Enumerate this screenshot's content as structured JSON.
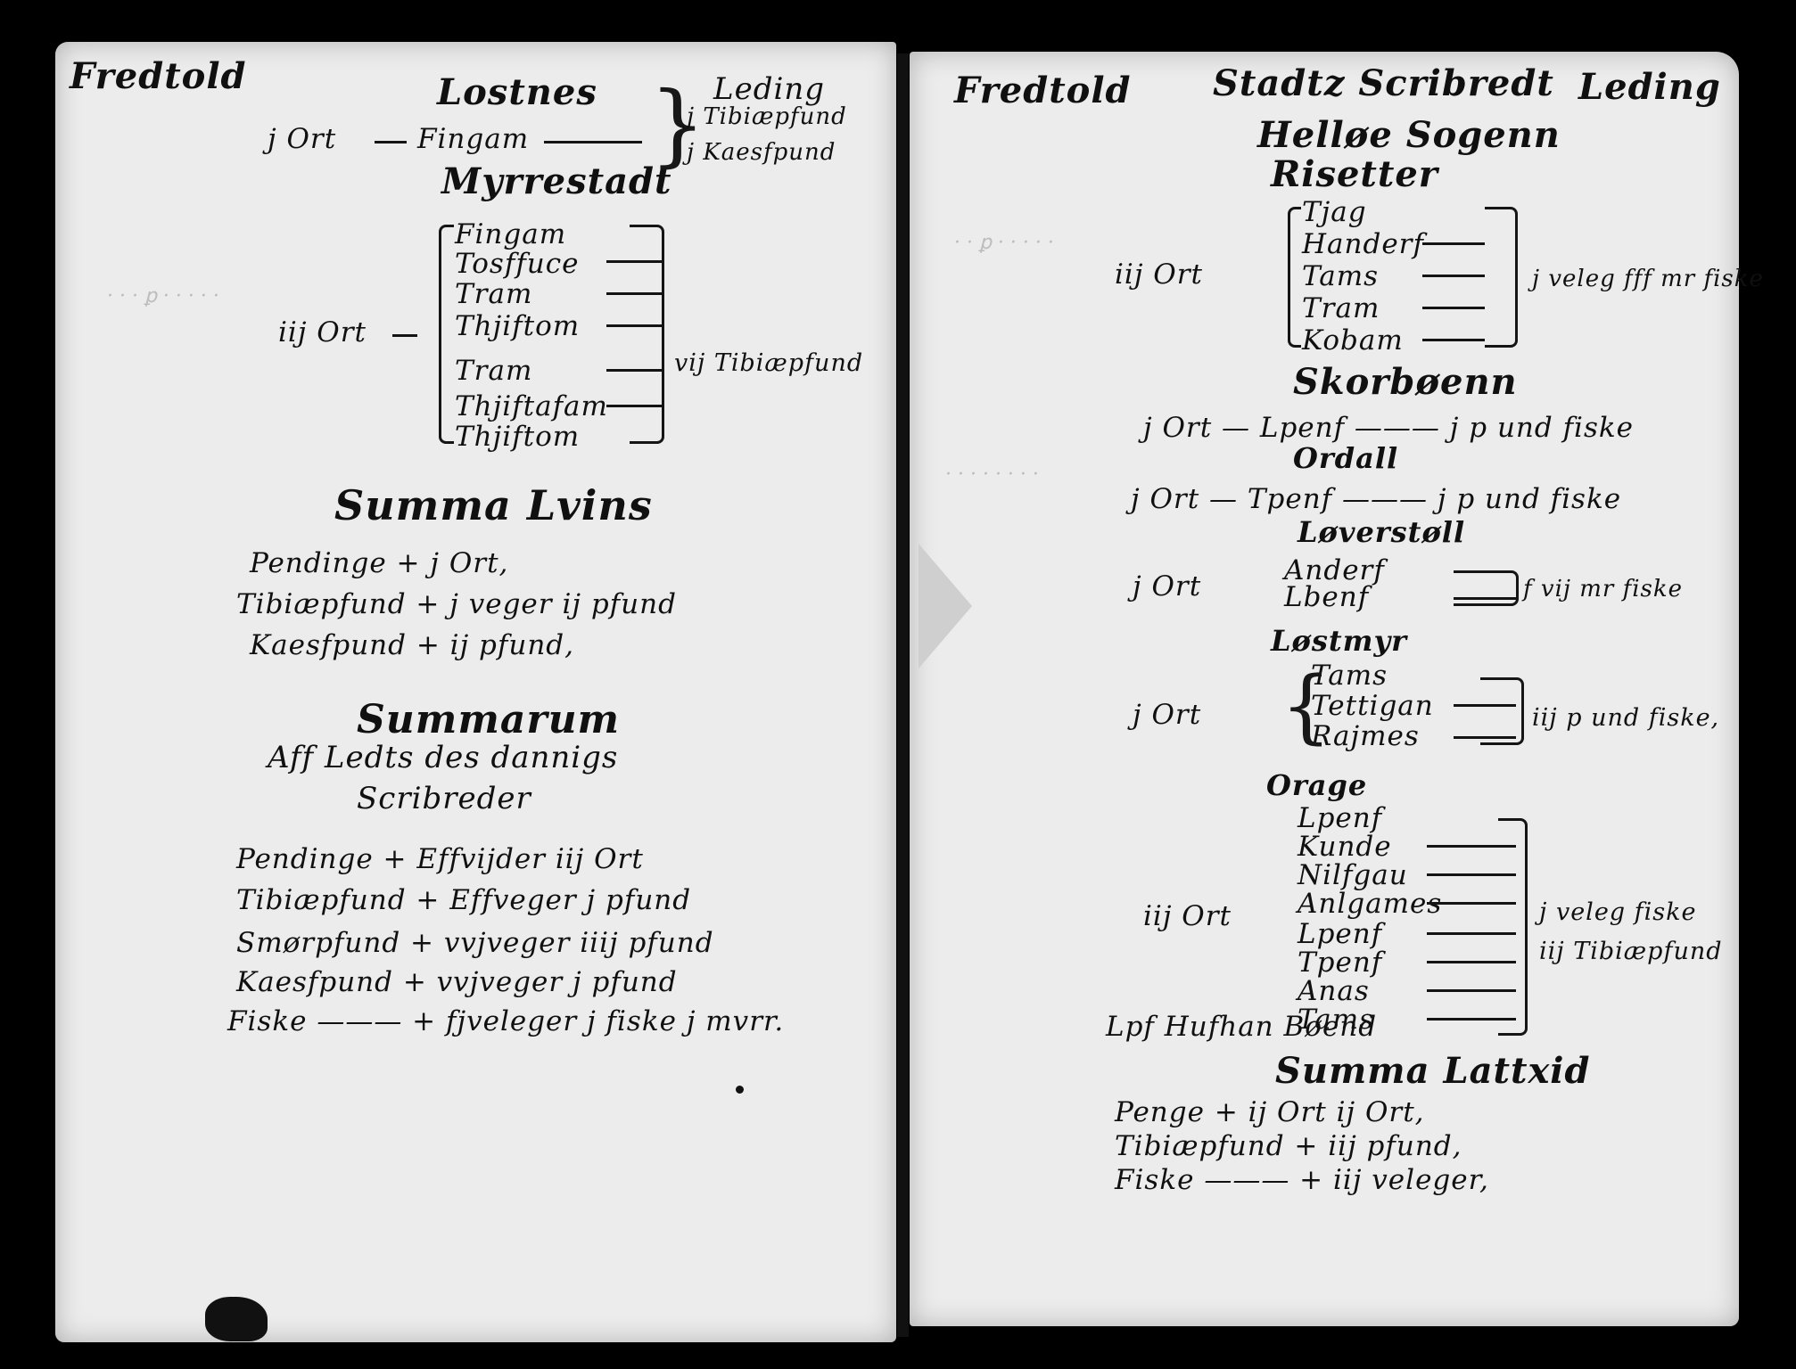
{
  "left_page": {
    "header_left": "Fredtold",
    "header_mid": "Lostnes",
    "header_right": "Leding",
    "row1": {
      "count": "j Ort",
      "name": "Fingam",
      "val1": "j Tibiæpfund",
      "val2": "j Kaesfpund"
    },
    "section2": "Myrrestadt",
    "s2_names": [
      "Fingam",
      "Tosffuce",
      "Tram",
      "Thjiftom",
      "Tram",
      "Thjiftafam",
      "Thjiftom"
    ],
    "s2_count": "iij Ort",
    "s2_value": "vij Tibiæpfund",
    "summa1_title": "Summa Lvins",
    "summa1_lines": [
      "Pendinge  +  j Ort,",
      "Tibiæpfund  +  j veger ij pfund",
      "Kaesfpund  +  ij pfund,"
    ],
    "summa2_title": "Summarum",
    "summa2_sub1": "Aff Ledts des dannigs",
    "summa2_sub2": "Scribreder",
    "summa2_lines": [
      "Pendinge  +  Effvijder iij Ort",
      "Tibiæpfund  +  Effveger j pfund",
      "Smørpfund  +  vvjveger iiij pfund",
      "Kaesfpund  +  vvjveger j pfund",
      "Fiske  ———  +  fjveleger j fiske j mvrr."
    ]
  },
  "right_page": {
    "header_left": "Fredtold",
    "header_mid": "Stadtz Scribredt",
    "header_right": "Leding",
    "subheader": "Helløe Sogenn",
    "section1": "Risetter",
    "s1_names": [
      "Tjag",
      "Handerf",
      "Tams",
      "Tram",
      "Kobam"
    ],
    "s1_count": "iij Ort",
    "s1_value": "j veleg fff mr fiske",
    "section2": "Skorbøenn",
    "s2_line": "j Ort  —  Lpenf  ———  j p und fiske",
    "section3": "Ordall",
    "s3_line": "j Ort  —  Tpenf  ———  j p und fiske",
    "section4": "Løverstøll",
    "s4_names": [
      "Anderf",
      "Lbenf"
    ],
    "s4_count": "j Ort",
    "s4_value": "f vij mr fiske",
    "section5": "Løstmyr",
    "s5_names": [
      "Tams",
      "Tettigan",
      "Rajmes"
    ],
    "s5_count": "j Ort",
    "s5_value": "iij p und fiske,",
    "section6": "Orage",
    "s6_names": [
      "Lpenf",
      "Kunde",
      "Nilfgau",
      "Anlgames",
      "Lpenf",
      "Tpenf",
      "Anas",
      "Tams"
    ],
    "s6_count": "iij Ort",
    "s6_value1": "j veleg fiske",
    "s6_value2": "iij Tibiæpfund",
    "s6_footer": "Lpf  Hufhan  Bøend",
    "summa_title": "Summa Lattxid",
    "summa_lines": [
      "Penge  +  ij Ort ij Ort,",
      "Tibiæpfund  +  iij pfund,",
      "Fiske  ———  +  iij veleger,"
    ]
  }
}
